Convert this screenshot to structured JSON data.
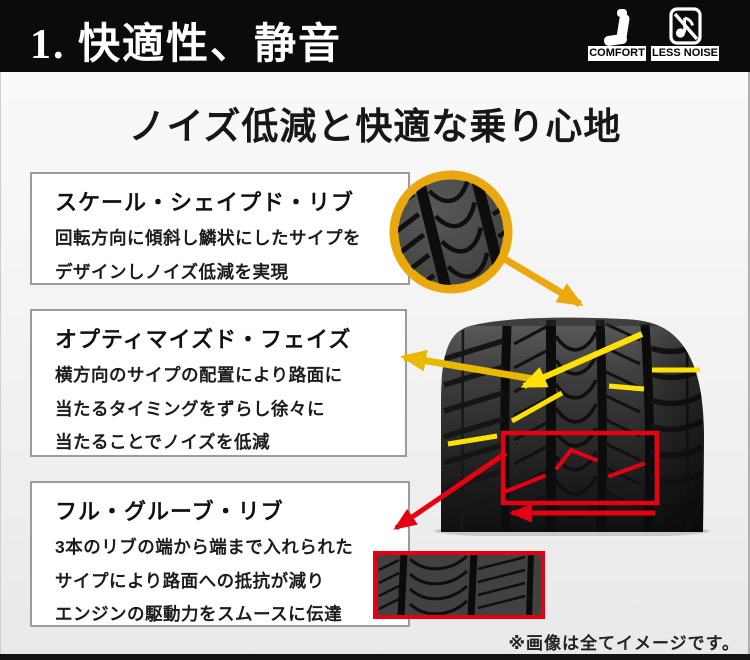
{
  "header": {
    "title": "1. 快適性、静音",
    "badges": [
      {
        "icon": "seat-icon",
        "label": "COMFORT"
      },
      {
        "icon": "muted-note-icon",
        "label": "LESS NOISE"
      }
    ]
  },
  "main": {
    "title": "ノイズ低減と快適な乗り心地"
  },
  "features": [
    {
      "title": "スケール・シェイプド・リブ",
      "lines": [
        "回転方向に傾斜し鱗状にしたサイプを",
        "デザインしノイズ低減を実現"
      ]
    },
    {
      "title": "オプティマイズド・フェイズ",
      "lines": [
        "横方向のサイプの配置により路面に",
        "当たるタイミングをずらし徐々に",
        "当たることでノイズを低減"
      ]
    },
    {
      "title": "フル・グルーブ・リブ",
      "lines": [
        "3本のリブの端から端まで入れられた",
        "サイプにより路面への抵抗が減り",
        "エンジンの駆動力をスムースに伝達"
      ]
    }
  ],
  "footnote": "※画像は全てイメージです。",
  "colors": {
    "header_bg": "#0b0b0b",
    "accent_gold": "#eba70e",
    "accent_yellow": "#ffe105",
    "accent_red": "#e60012"
  }
}
